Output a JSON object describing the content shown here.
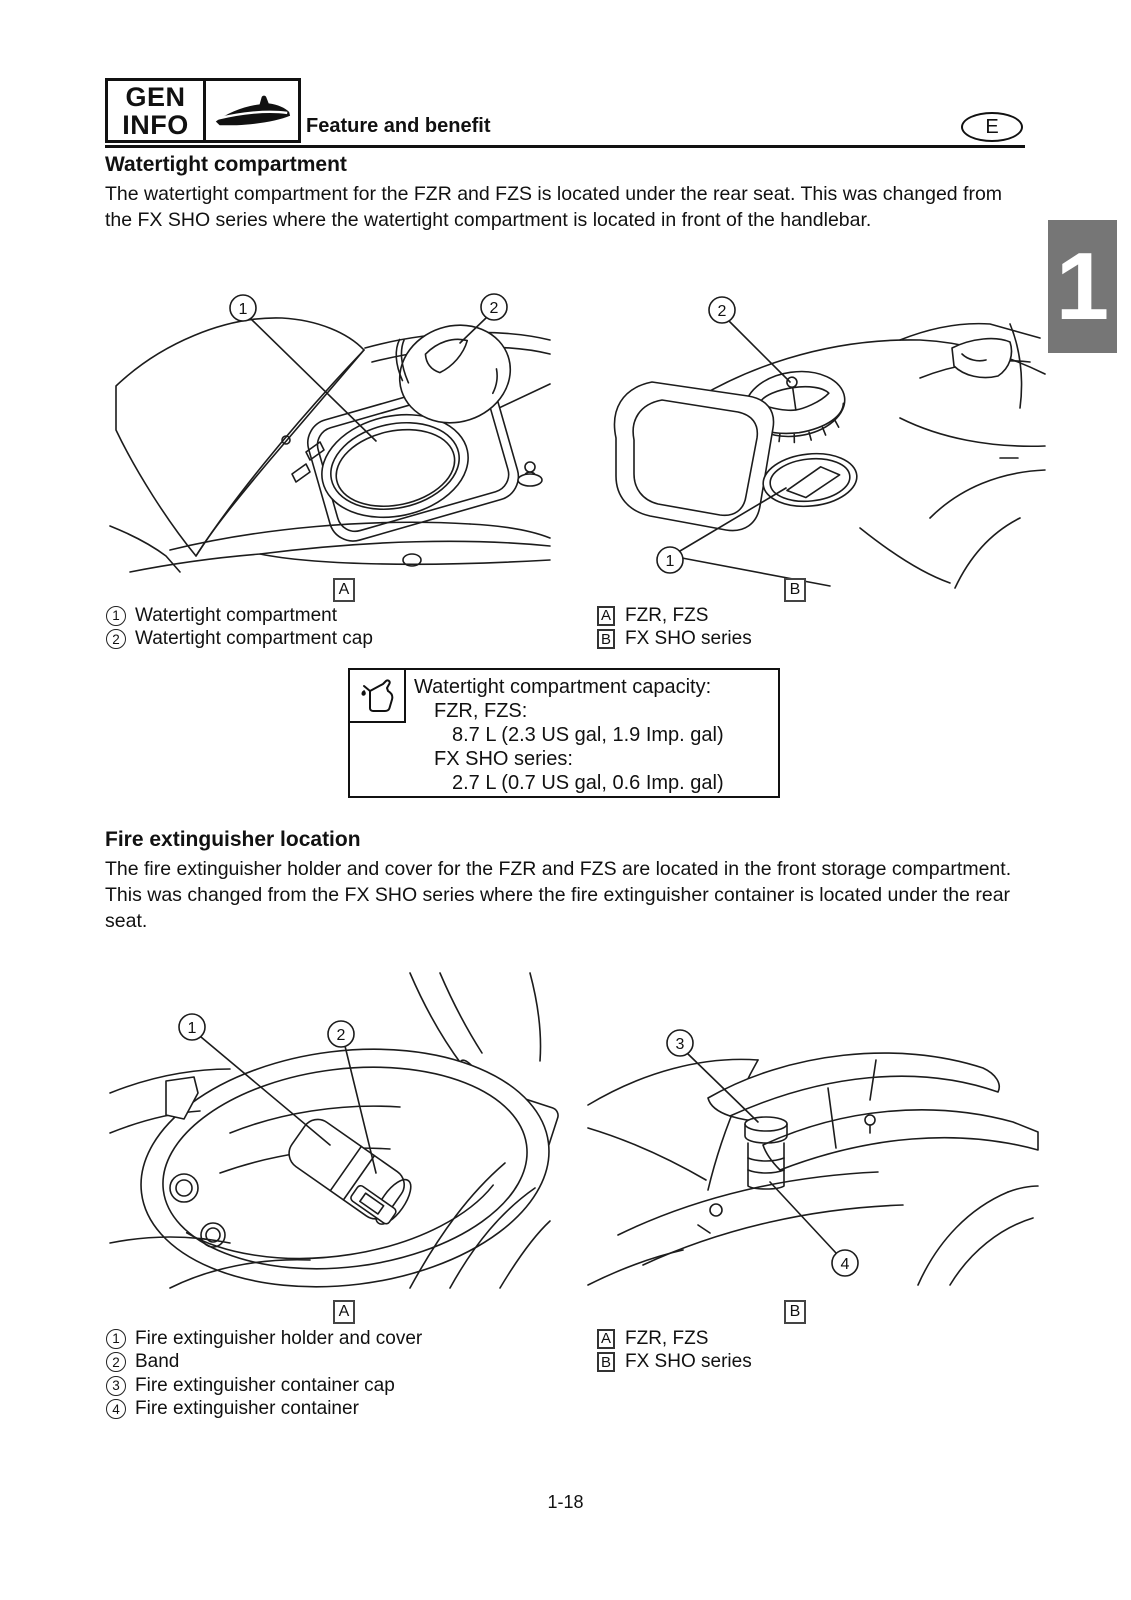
{
  "header": {
    "chapter_code_line1": "GEN",
    "chapter_code_line2": "INFO",
    "icon": "jetski-icon",
    "title": "Feature and benefit",
    "language_badge": "E"
  },
  "chapter_tab": {
    "number": "1"
  },
  "sections": [
    {
      "heading": "Watertight compartment",
      "body": "The watertight compartment for the FZR and FZS is located under the rear seat. This was changed from the FX SHO series where the watertight compartment is located in front of the handlebar.",
      "figure_a": {
        "label": "A",
        "callout_1": "1",
        "callout_2": "2"
      },
      "figure_b": {
        "label": "B",
        "callout_1": "1",
        "callout_2": "2"
      },
      "legend": [
        {
          "marker": "1",
          "text": "Watertight compartment"
        },
        {
          "marker": "2",
          "text": "Watertight compartment cap"
        }
      ],
      "model_legend": [
        {
          "marker": "A",
          "text": "FZR, FZS"
        },
        {
          "marker": "B",
          "text": "FX SHO series"
        }
      ],
      "spec": {
        "icon": "capacity-icon",
        "title": "Watertight compartment capacity:",
        "rows": [
          {
            "model": "FZR, FZS:",
            "value": "8.7 L (2.3 US gal, 1.9 Imp. gal)"
          },
          {
            "model": "FX SHO series:",
            "value": "2.7 L (0.7 US gal, 0.6 Imp. gal)"
          }
        ]
      }
    },
    {
      "heading": "Fire extinguisher location",
      "body": "The fire extinguisher holder and cover for the FZR and FZS are located in the front storage compartment. This was changed from the FX SHO series where the fire extinguisher container is located under the rear seat.",
      "figure_a": {
        "label": "A",
        "callout_1": "1",
        "callout_2": "2"
      },
      "figure_b": {
        "label": "B",
        "callout_3": "3",
        "callout_4": "4"
      },
      "legend": [
        {
          "marker": "1",
          "text": "Fire extinguisher holder and cover"
        },
        {
          "marker": "2",
          "text": "Band"
        },
        {
          "marker": "3",
          "text": "Fire extinguisher container cap"
        },
        {
          "marker": "4",
          "text": "Fire extinguisher container"
        }
      ],
      "model_legend": [
        {
          "marker": "A",
          "text": "FZR, FZS"
        },
        {
          "marker": "B",
          "text": "FX SHO series"
        }
      ]
    }
  ],
  "footer": {
    "page_number": "1-18"
  }
}
